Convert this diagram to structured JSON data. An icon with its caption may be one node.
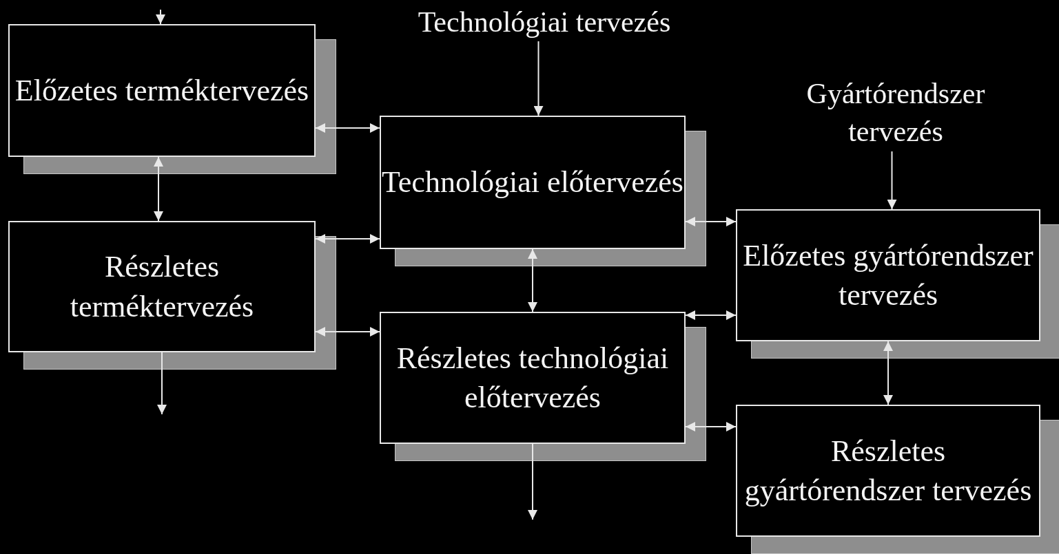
{
  "diagram": {
    "nodes": [
      {
        "text": [
          "Előzetes terméktervezés"
        ]
      },
      {
        "text": [
          "Részletes terméktervezés"
        ]
      },
      {
        "text": [
          "Technológiai tervezés"
        ]
      },
      {
        "text": [
          "Technológiai előtervezés"
        ]
      },
      {
        "text": [
          "Részletes technológiai előtervezés"
        ]
      },
      {
        "text": [
          "Gyártórendszer tervezés"
        ]
      },
      {
        "text": [
          "Előzetes gyártórendszer tervezés"
        ]
      },
      {
        "text": [
          "Részletes gyártórendszer tervezés"
        ]
      }
    ],
    "edges": [
      {
        "from": null,
        "to": 0,
        "arrow": "to"
      },
      {
        "from": 0,
        "to": 1,
        "arrow": "both"
      },
      {
        "from": 2,
        "to": 3,
        "arrow": "to"
      },
      {
        "from": 0,
        "to": 3,
        "arrow": "both"
      },
      {
        "from": 1,
        "to": 3,
        "arrow": "both"
      },
      {
        "from": 1,
        "to": 4,
        "arrow": "both"
      },
      {
        "from": 3,
        "to": 4,
        "arrow": "both"
      },
      {
        "from": 5,
        "to": 6,
        "arrow": "to"
      },
      {
        "from": 3,
        "to": 6,
        "arrow": "both"
      },
      {
        "from": 4,
        "to": 6,
        "arrow": "both"
      },
      {
        "from": 6,
        "to": 7,
        "arrow": "both"
      },
      {
        "from": 4,
        "to": 7,
        "arrow": "both"
      },
      {
        "from": 1,
        "to": null,
        "arrow": "to"
      },
      {
        "from": 4,
        "to": null,
        "arrow": "to"
      }
    ]
  }
}
